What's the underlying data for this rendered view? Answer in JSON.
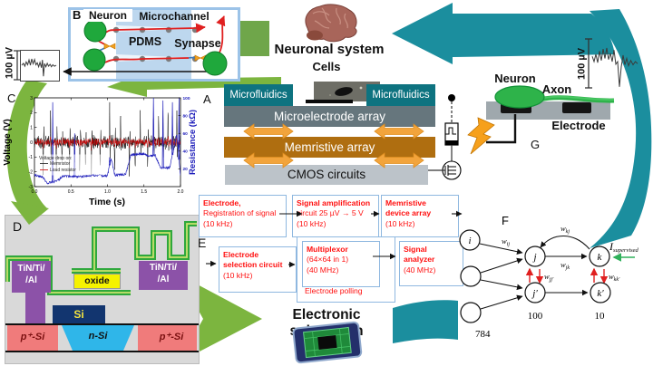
{
  "palette": {
    "teal": "#1B8E9E",
    "teal_dark": "#0E7380",
    "green_arrow": "#7CB53F",
    "neuron_green": "#1FA83C",
    "orange_connector": "#F2A43C",
    "memristive_brown": "#AF6E10",
    "electrode_slate": "#66767D",
    "cmos_gray": "#BCC3C9",
    "flow_text_red": "#FF1010",
    "flow_border_blue": "#8FB8E0",
    "pdms_blue": "#BDD7EE",
    "panelb_border": "#9CC3E8",
    "purple": "#8C52A8",
    "oxide_yellow": "#F5F200",
    "si_navy": "#12356F",
    "p_si_pink": "#F07B7B",
    "n_si_cyan": "#2FB6E9",
    "lightning_orange": "#F6A01B",
    "resistance_blue": "#2020BB",
    "load_resistor_red": "#CC0000"
  },
  "letters": {
    "a": "A",
    "b": "B",
    "c": "C",
    "d": "D",
    "e": "E",
    "f": "F",
    "g": "G"
  },
  "panel_b": {
    "neuron": "Neuron",
    "microchannel": "Microchannel",
    "pdms": "PDMS",
    "synapse": "Synapse"
  },
  "scalebars": {
    "left": "100 µV",
    "right": "100 µV"
  },
  "neuronal_system_label": "Neuronal system",
  "cells_label": "Cells",
  "panel_a": {
    "microfluidics_left": "Microfluidics",
    "microfluidics_right": "Microfluidics",
    "microelectrode_array": "Microelectrode array",
    "memristive_array": "Memristive array",
    "cmos_circuits": "CMOS circuits"
  },
  "panel_d": {
    "tin_left_1": "TiN/Ti/",
    "tin_left_2": "/Al",
    "tin_right_1": "TiN/Ti/",
    "tin_right_2": "/Al",
    "oxide": "oxide",
    "si": "Si",
    "p_si_left": "p⁺-Si",
    "n_si": "n-Si",
    "p_si_right": "p⁺-Si"
  },
  "panel_e": {
    "box_electrode": {
      "l1": "Electrode,",
      "l2": "Registration of signal",
      "l3": "(10 kHz)"
    },
    "box_amplification": {
      "l1": "Signal amplification",
      "l2": "circuit 25 µV → 5 V",
      "l3": "(10 kHz)"
    },
    "box_memristive": {
      "l1": "Memristive",
      "l2": "device array",
      "l3": "(10 kHz)"
    },
    "box_selection": {
      "l1": "Electrode",
      "l2": "selection circuit",
      "l3": "(10 kHz)"
    },
    "box_multiplexor": {
      "l1": "Multiplexor",
      "l2": "(64×64 in 1)",
      "l3": "(40 MHz)"
    },
    "multiplexor_caption": "Electrode polling",
    "box_analyzer": {
      "l1": "Signal",
      "l2": "analyzer",
      "l3": "(40 MHz)"
    }
  },
  "electronic_subsystem_label": "Electronic subsystem",
  "panel_f": {
    "nodes": {
      "i": "i",
      "j": "j",
      "k": "k",
      "j_prime": "j′",
      "k_prime": "k′"
    },
    "weights": {
      "w_ij": {
        "b": "w",
        "s": "ij"
      },
      "w_kj": {
        "b": "w",
        "s": "kj"
      },
      "w_jk": {
        "b": "w",
        "s": "jk"
      },
      "w_jj": {
        "b": "w",
        "s": "jj′"
      },
      "w_kk": {
        "b": "w",
        "s": "kk′"
      }
    },
    "i_supervised": {
      "b": "I",
      "s": "supervised"
    },
    "counts": {
      "input": "784",
      "hidden": "100",
      "output": "10"
    }
  },
  "panel_g": {
    "neuron": "Neuron",
    "axon": "Axon",
    "electrode": "Electrode"
  },
  "chart_data": [
    {
      "type": "line",
      "panel": "C",
      "xlabel": "Time (s)",
      "ylabel_left": "Voltage (V)",
      "ylabel_right": "Resistance (kΩ)",
      "xlim": [
        0.0,
        2.0
      ],
      "ylim_left": [
        -3,
        3
      ],
      "ylim_right": [
        0,
        100
      ],
      "xticks": [
        "0.0",
        "0.5",
        "1.0",
        "1.5",
        "2.0"
      ],
      "yticks_left": [
        "3",
        "2",
        "1",
        "0",
        "-1",
        "-2",
        "-3"
      ],
      "yticks_right": [
        "100",
        "80",
        "60",
        "40",
        "20"
      ],
      "legend_title": "Voltage drop on:",
      "grid": false,
      "legend_position": "lower-left",
      "series": [
        {
          "name": "Memristor",
          "color": "#1a1a1a",
          "axis": "left",
          "kind": "noise",
          "noise_amp": 0.5,
          "spike_amp": 2.5
        },
        {
          "name": "Load resistor",
          "color": "#CC0000",
          "axis": "left",
          "kind": "noise",
          "noise_amp": 0.28,
          "spike_amp": 1.05
        },
        {
          "name": "Resistance",
          "color": "#2020BB",
          "axis": "right",
          "kind": "profile",
          "profile": [
            [
              0.0,
              13
            ],
            [
              0.1,
              11
            ],
            [
              0.18,
              4
            ],
            [
              0.3,
              6
            ],
            [
              0.4,
              12
            ],
            [
              0.6,
              11
            ],
            [
              0.8,
              13
            ],
            [
              1.0,
              12
            ],
            [
              1.05,
              32
            ],
            [
              1.1,
              13
            ],
            [
              1.25,
              14
            ],
            [
              1.32,
              36
            ],
            [
              1.5,
              37
            ],
            [
              1.58,
              34
            ],
            [
              1.65,
              36
            ],
            [
              1.72,
              22
            ],
            [
              1.85,
              21
            ],
            [
              1.95,
              58
            ],
            [
              2.0,
              12
            ]
          ],
          "spikes": [
            [
              0.25,
              95
            ],
            [
              0.55,
              60
            ],
            [
              1.03,
              33
            ],
            [
              1.63,
              100
            ],
            [
              1.76,
              97
            ],
            [
              1.89,
              95
            ],
            [
              1.98,
              100
            ]
          ]
        }
      ],
      "spike_times": [
        0.12,
        0.22,
        0.3,
        0.38,
        0.48,
        0.55,
        0.62,
        0.7,
        0.78,
        0.9,
        1.03,
        1.1,
        1.18,
        1.3,
        1.38,
        1.45,
        1.55,
        1.63,
        1.7,
        1.76,
        1.83,
        1.89,
        1.95
      ]
    },
    {
      "type": "line",
      "label": "100 µV",
      "points": [
        [
          0,
          0.52
        ],
        [
          0.05,
          0.44
        ],
        [
          0.09,
          0.56
        ],
        [
          0.13,
          0.38
        ],
        [
          0.17,
          0.5
        ],
        [
          0.21,
          0.3
        ],
        [
          0.25,
          0.52
        ],
        [
          0.29,
          0.26
        ],
        [
          0.33,
          0.46
        ],
        [
          0.37,
          0.28
        ],
        [
          0.41,
          0.5
        ],
        [
          0.45,
          0.42
        ],
        [
          0.49,
          0.58
        ],
        [
          0.53,
          0.4
        ],
        [
          0.57,
          0.62
        ],
        [
          0.6,
          0.3
        ],
        [
          0.63,
          0.97
        ],
        [
          0.66,
          0.45
        ],
        [
          0.7,
          0.58
        ],
        [
          0.74,
          0.44
        ],
        [
          0.78,
          0.56
        ],
        [
          0.82,
          0.48
        ],
        [
          0.86,
          0.58
        ],
        [
          0.9,
          0.5
        ],
        [
          0.95,
          0.56
        ],
        [
          1,
          0.52
        ]
      ]
    },
    {
      "type": "line",
      "label": "100 µV",
      "points": [
        [
          0,
          0.4
        ],
        [
          0.04,
          0.5
        ],
        [
          0.08,
          0.36
        ],
        [
          0.12,
          0.52
        ],
        [
          0.16,
          0.3
        ],
        [
          0.2,
          0.48
        ],
        [
          0.24,
          0.26
        ],
        [
          0.28,
          0.44
        ],
        [
          0.32,
          0.24
        ],
        [
          0.36,
          0.46
        ],
        [
          0.4,
          0.34
        ],
        [
          0.44,
          0.5
        ],
        [
          0.48,
          0.28
        ],
        [
          0.52,
          0.55
        ],
        [
          0.56,
          0.5
        ],
        [
          0.6,
          0.98
        ],
        [
          0.64,
          0.6
        ],
        [
          0.68,
          0.38
        ],
        [
          0.72,
          0.56
        ],
        [
          0.76,
          0.44
        ],
        [
          0.8,
          0.58
        ],
        [
          0.85,
          0.48
        ],
        [
          0.9,
          0.56
        ],
        [
          0.95,
          0.5
        ],
        [
          1,
          0.54
        ]
      ]
    }
  ]
}
